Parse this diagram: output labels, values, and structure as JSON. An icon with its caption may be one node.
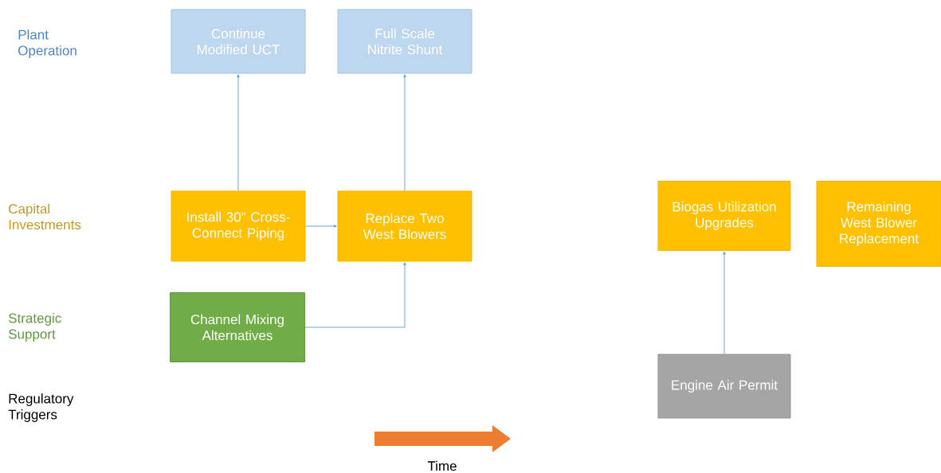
{
  "diagram": {
    "nodes": [
      {
        "text": [
          "Continue Modified UCT"
        ]
      },
      {
        "text": [
          "Full Scale Nitrite Shunt"
        ]
      },
      {
        "text": [
          "Install 30\" Cross-Connect Piping"
        ]
      },
      {
        "text": [
          "Replace Two West Blowers"
        ]
      },
      {
        "text": [
          "Channel Mixing Alternatives"
        ]
      },
      {
        "text": [
          "Biogas Utilization Upgrades"
        ]
      },
      {
        "text": [
          "Remaining West Blower Replacement"
        ]
      },
      {
        "text": [
          "Engine Air Permit"
        ]
      }
    ],
    "edges": [
      {
        "from": 2,
        "to": 0,
        "arrow": "to"
      },
      {
        "from": 3,
        "to": 1,
        "arrow": "to"
      },
      {
        "from": 2,
        "to": 3,
        "arrow": "to"
      },
      {
        "from": 4,
        "to": 3,
        "arrow": "to"
      },
      {
        "from": 7,
        "to": 5,
        "arrow": "to"
      }
    ],
    "labels": [
      "Plant Operation",
      "Capital Investments",
      "Strategic Support",
      "Regulatory Triggers",
      "Time"
    ]
  }
}
